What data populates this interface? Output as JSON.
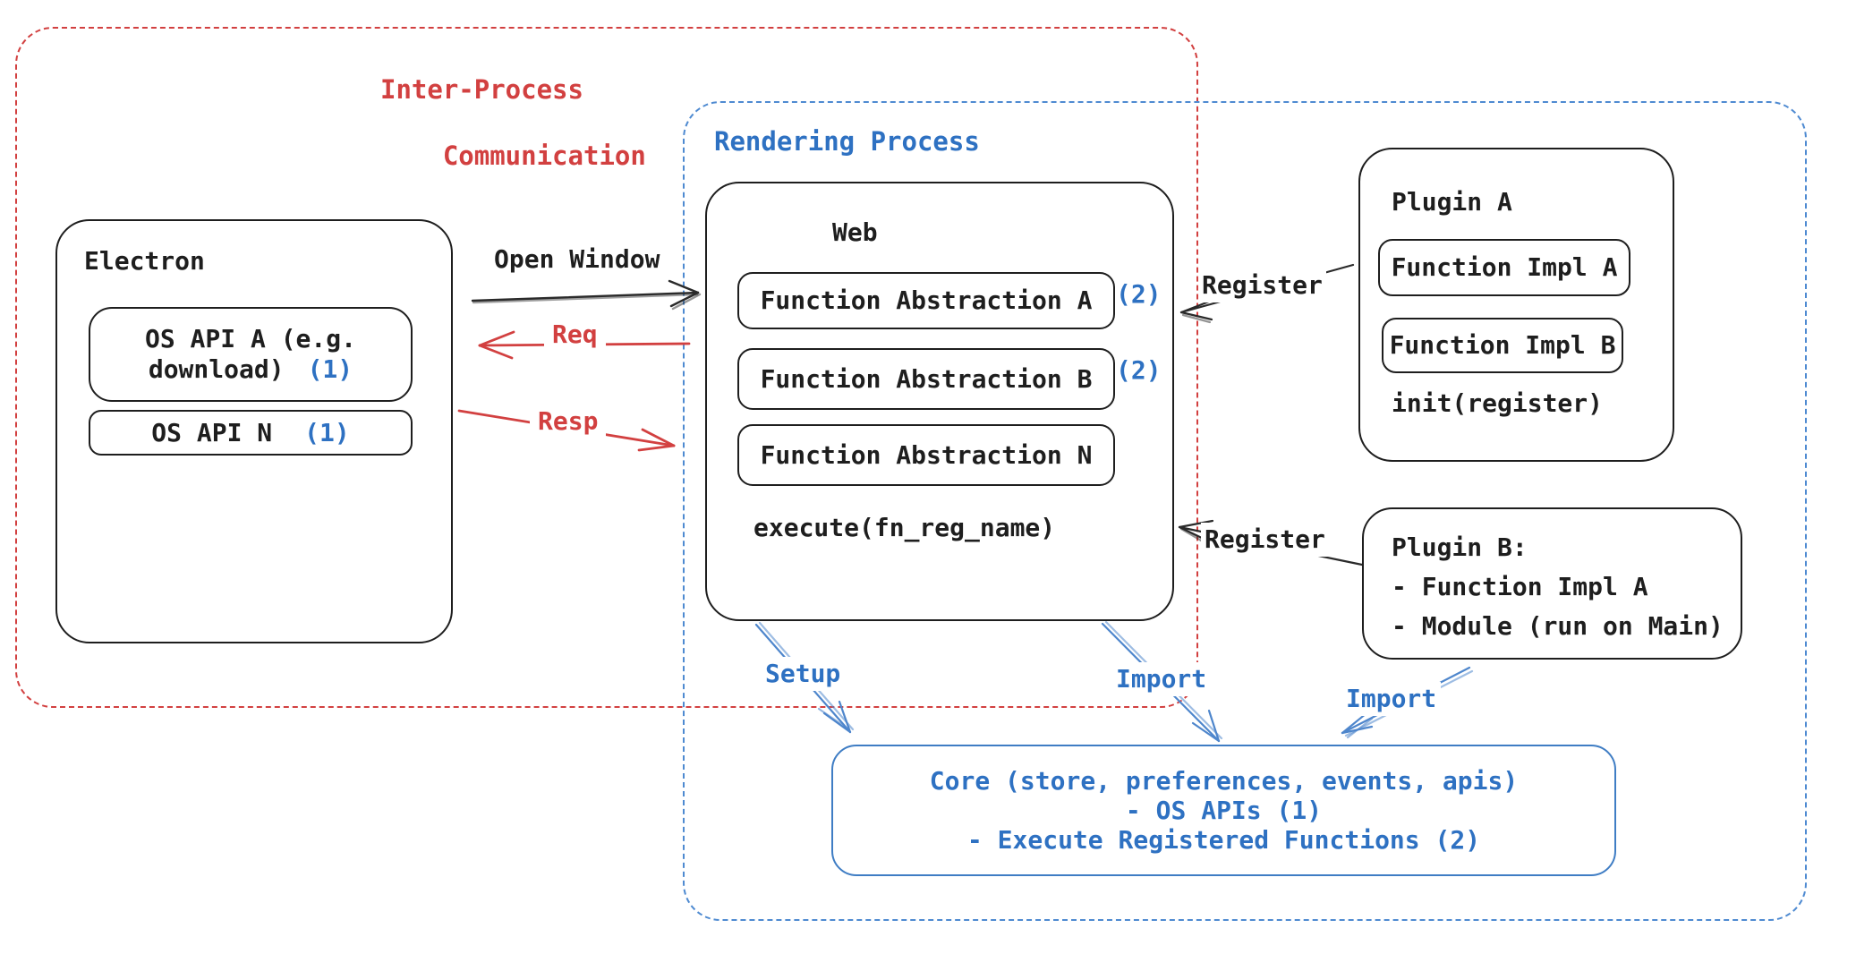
{
  "groups": {
    "ipc": {
      "label_line1": "Inter-Process",
      "label_line2": "Communication"
    },
    "rendering": {
      "label": "Rendering Process"
    }
  },
  "electron": {
    "title": "Electron",
    "os_api_a": {
      "line1": "OS API A (e.g.",
      "line2": "download)",
      "badge": "(1)"
    },
    "os_api_n": {
      "label": "OS API N",
      "badge": "(1)"
    }
  },
  "web": {
    "title": "Web",
    "fn_a": {
      "label": "Function Abstraction A",
      "badge": "(2)"
    },
    "fn_b": {
      "label": "Function Abstraction B",
      "badge": "(2)"
    },
    "fn_n": {
      "label": "Function Abstraction N"
    },
    "execute": "execute(fn_reg_name)"
  },
  "plugin_a": {
    "title": "Plugin A",
    "impl_a": "Function Impl A",
    "impl_b": "Function Impl B",
    "init": "init(register)"
  },
  "plugin_b": {
    "title": "Plugin B:",
    "item1": "- Function Impl A",
    "item2": "- Module (run on Main)"
  },
  "core": {
    "line1": "Core (store, preferences, events, apis)",
    "line2": "- OS APIs (1)",
    "line3": "- Execute Registered Functions (2)"
  },
  "arrows": {
    "open_window": "Open Window",
    "req": "Req",
    "resp": "Resp",
    "register_top": "Register",
    "register_bottom": "Register",
    "setup": "Setup",
    "import_left": "Import",
    "import_right": "Import"
  },
  "colors": {
    "red": "#d24040",
    "blue": "#2e71c2",
    "blue_stroke": "#4e86cc",
    "black": "#1e1e1e"
  }
}
